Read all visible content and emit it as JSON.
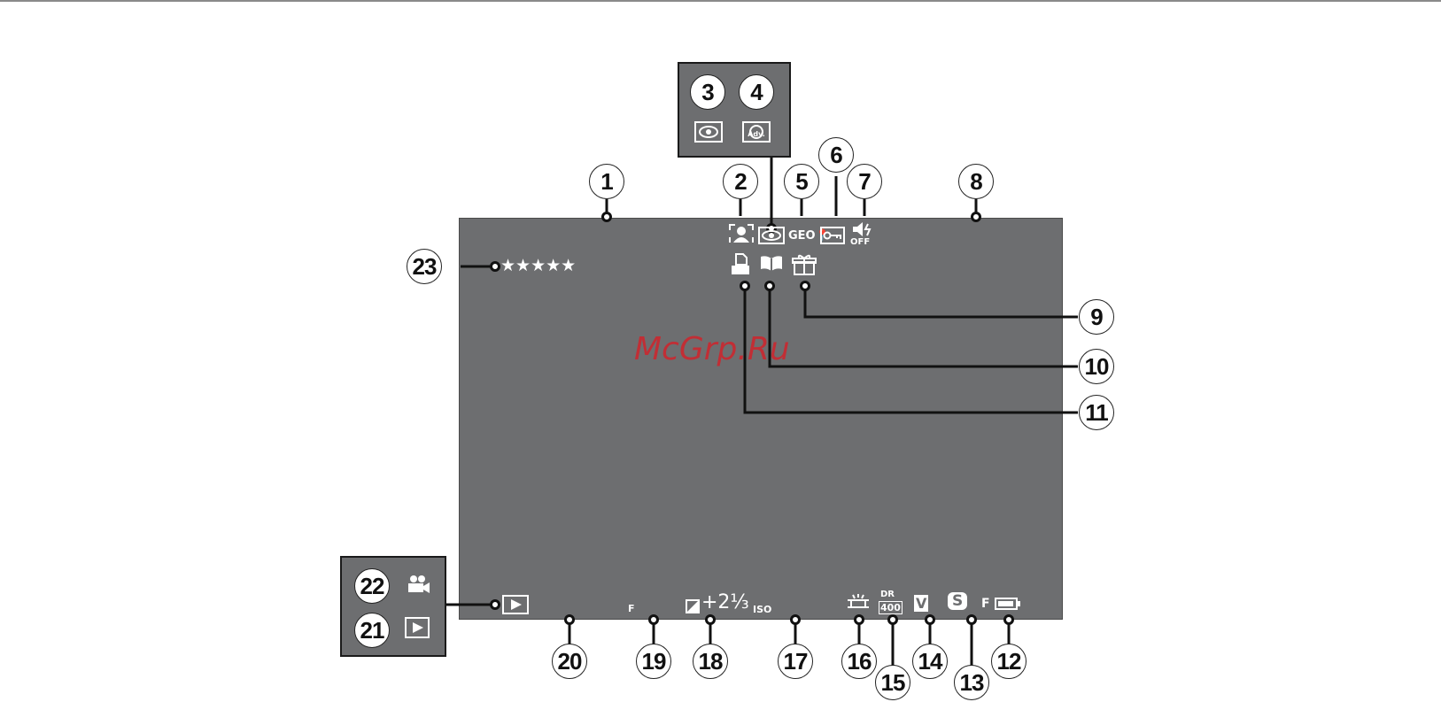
{
  "callouts": {
    "n1": "1",
    "n2": "2",
    "n3": "3",
    "n4": "4",
    "n5": "5",
    "n6": "6",
    "n7": "7",
    "n8": "8",
    "n9": "9",
    "n10": "10",
    "n11": "11",
    "n12": "12",
    "n13": "13",
    "n14": "14",
    "n15": "15",
    "n16": "16",
    "n17": "17",
    "n18": "18",
    "n19": "19",
    "n20": "20",
    "n21": "21",
    "n22": "22",
    "n23": "23"
  },
  "display": {
    "rating_stars": "★★★★★",
    "geo_tag": "GEO",
    "sound_off": "OFF",
    "ev_value": "+2⅓",
    "iso_label": "ISO",
    "size_label": "F",
    "quality_label": "F",
    "dr_label": "DR",
    "dr_value": "400",
    "film_sim": "V",
    "size_s": "S"
  },
  "icons": [
    "red-eye-icon",
    "advanced-filter-icon",
    "face-detection-icon",
    "geo-tag-icon",
    "protect-key-icon",
    "sound-off-icon",
    "print-order-icon",
    "photobook-icon",
    "gift-icon",
    "playback-icon",
    "movie-icon",
    "battery-icon",
    "white-balance-icon"
  ],
  "watermark": "McGrp.Ru",
  "colors": {
    "screen": "#6d6e70",
    "watermark": "#d0242b"
  }
}
